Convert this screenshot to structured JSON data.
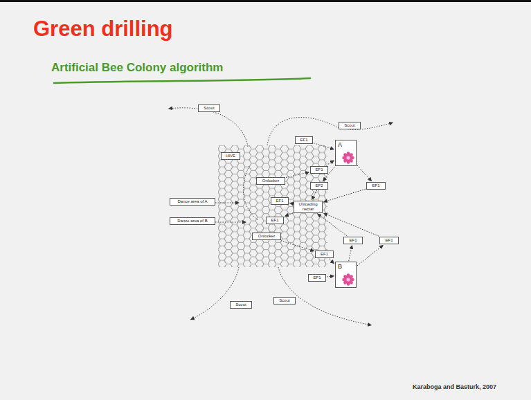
{
  "diagram": {
    "title": "Green drilling",
    "caption": "Karaboga and Basturk, 2007",
    "nodes": [
      {
        "text": [
          "Scout"
        ]
      },
      {
        "text": [
          "Scout"
        ]
      },
      {
        "text": [
          "EF1"
        ]
      },
      {
        "text": [
          "A"
        ]
      },
      {
        "text": [
          "HIVE"
        ]
      },
      {
        "text": [
          "EF1"
        ]
      },
      {
        "text": [
          "Onlooker"
        ]
      },
      {
        "text": [
          "EF2"
        ]
      },
      {
        "text": [
          "EF1"
        ]
      },
      {
        "text": [
          "Dance area of A"
        ]
      },
      {
        "text": [
          "EF1"
        ]
      },
      {
        "text": [
          "Unloading nectar"
        ]
      },
      {
        "text": [
          "Dance area of B"
        ]
      },
      {
        "text": [
          "EF1"
        ]
      },
      {
        "text": [
          "Onlooker"
        ]
      },
      {
        "text": [
          "EF1"
        ]
      },
      {
        "text": [
          "EF1"
        ]
      },
      {
        "text": [
          "EF1"
        ]
      },
      {
        "text": [
          "B"
        ]
      },
      {
        "text": [
          "EF1"
        ]
      },
      {
        "text": [
          "Scout"
        ]
      },
      {
        "text": [
          "Scout"
        ]
      }
    ],
    "edges": [
      {
        "from": 6,
        "to": 5,
        "arrow": "to"
      },
      {
        "from": 5,
        "to": 3,
        "arrow": "to"
      },
      {
        "from": 2,
        "to": 3,
        "arrow": "to"
      },
      {
        "from": 3,
        "to": 7,
        "arrow": "to"
      },
      {
        "from": 7,
        "to": 11,
        "arrow": "to"
      },
      {
        "from": 3,
        "to": 8,
        "arrow": "to"
      },
      {
        "from": 8,
        "to": 11,
        "arrow": "to"
      },
      {
        "from": 11,
        "to": 10,
        "arrow": "to"
      },
      {
        "from": 11,
        "to": 13,
        "arrow": "to"
      },
      {
        "from": 14,
        "to": 17,
        "arrow": "to"
      },
      {
        "from": 17,
        "to": 18,
        "arrow": "to"
      },
      {
        "from": 19,
        "to": 18,
        "arrow": "to"
      },
      {
        "from": 18,
        "to": 15,
        "arrow": "to"
      },
      {
        "from": 15,
        "to": 11,
        "arrow": "to"
      },
      {
        "from": 18,
        "to": 16,
        "arrow": "to"
      },
      {
        "from": 16,
        "to": 11,
        "arrow": "to"
      }
    ],
    "labels": [
      "Artificial Bee Colony algorithm"
    ]
  }
}
